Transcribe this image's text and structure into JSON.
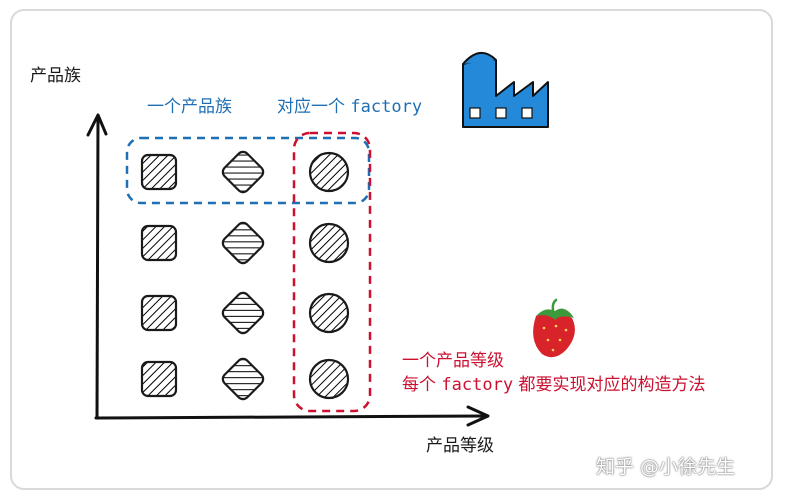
{
  "axes": {
    "y_label": "产品族",
    "x_label": "产品等级"
  },
  "annotations": {
    "family_label": "一个产品族",
    "family_factory_prefix": "对应一个",
    "family_factory_word": "factory",
    "level_line1": "一个产品等级",
    "level_line2_prefix": "每个",
    "level_line2_word": "factory",
    "level_line2_suffix": "都要实现对应的构造方法"
  },
  "watermark": "知乎 @小徐先生",
  "colors": {
    "blue": "#3d86c6",
    "orange": "#f0b24a",
    "purple": "#b85ad6",
    "green": "#3aa060",
    "highlight_blue": "#1f6fb5",
    "highlight_red": "#cc1030",
    "factory": "#2389d8"
  },
  "grid": {
    "shapes": [
      "square",
      "diamond",
      "circle"
    ],
    "row_colors": [
      "blue",
      "orange",
      "purple",
      "green"
    ]
  },
  "icons": {
    "factory": "factory-icon",
    "strawberry": "strawberry-icon"
  }
}
